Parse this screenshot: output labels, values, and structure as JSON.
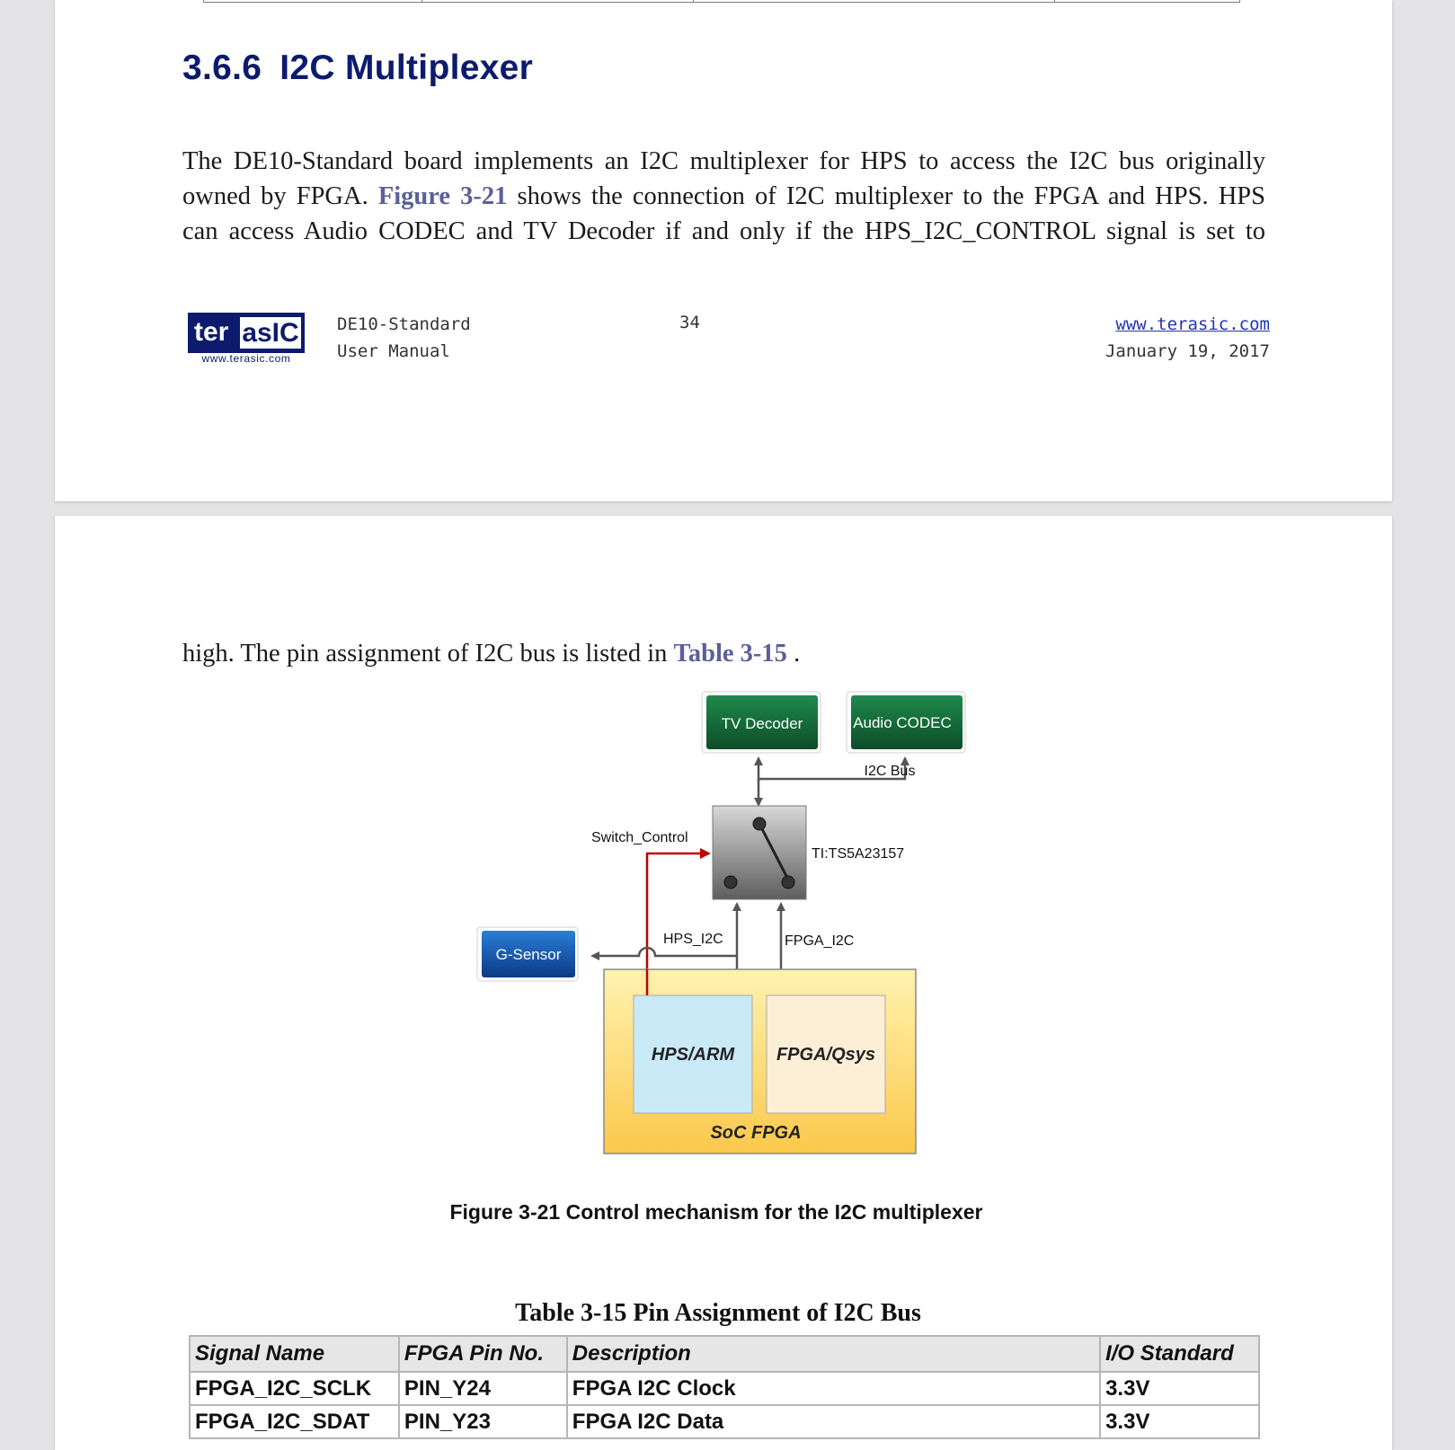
{
  "page1": {
    "section_number": "3.6.6",
    "section_title": "I2C Multiplexer",
    "paragraph_lines": [
      [
        "The DE10-Standard board implements an I2C multiplexer for HPS to access the I2C bus originally"
      ],
      [
        "owned by FPGA. ",
        "Figure 3-21",
        " shows the connection of I2C multiplexer to the FPGA and HPS. HPS"
      ],
      [
        "can access Audio CODEC and TV Decoder if and only if the HPS_I2C_CONTROL signal is set to"
      ]
    ],
    "footer": {
      "logo_left": "ter",
      "logo_right": "asIC",
      "logo_url": "www.terasic.com",
      "doc_name": "DE10-Standard",
      "doc_type": "User Manual",
      "page_number": "34",
      "website": "www.terasic.com",
      "date": "January 19, 2017"
    }
  },
  "page2": {
    "paragraph_start": "high. The pin assignment of I2C bus is listed in ",
    "paragraph_ref": "Table 3-15",
    "paragraph_end": " .",
    "diagram": {
      "tv_decoder": "TV Decoder",
      "audio_codec": "Audio CODEC",
      "i2c_bus": "I2C Bus",
      "switch_control": "Switch_Control",
      "switch_chip": "TI:TS5A23157",
      "g_sensor": "G-Sensor",
      "hps_i2c": "HPS_I2C",
      "fpga_i2c": "FPGA_I2C",
      "hps_arm": "HPS/ARM",
      "fpga_qsys": "FPGA/Qsys",
      "soc_fpga": "SoC FPGA"
    },
    "figure_caption": "Figure 3-21 Control mechanism for the I2C multiplexer",
    "table_title": "Table 3-15 Pin Assignment of I2C Bus",
    "table": {
      "headers": [
        "Signal Name",
        "FPGA Pin No.",
        "Description",
        "I/O Standard"
      ],
      "rows": [
        [
          "FPGA_I2C_SCLK",
          "PIN_Y24",
          "FPGA I2C Clock",
          "3.3V"
        ],
        [
          "FPGA_I2C_SDAT",
          "PIN_Y23",
          "FPGA I2C Data",
          "3.3V"
        ]
      ]
    }
  },
  "colors": {
    "heading": "#0d1b6e",
    "link": "#5b5f9a",
    "green_box": "#17643a",
    "blue_box": "#1552a8",
    "hps_fill": "#c9e9f7",
    "fpga_fill": "#fdefd6",
    "soc_fill": "#fde48a",
    "control_line": "#c00000"
  }
}
